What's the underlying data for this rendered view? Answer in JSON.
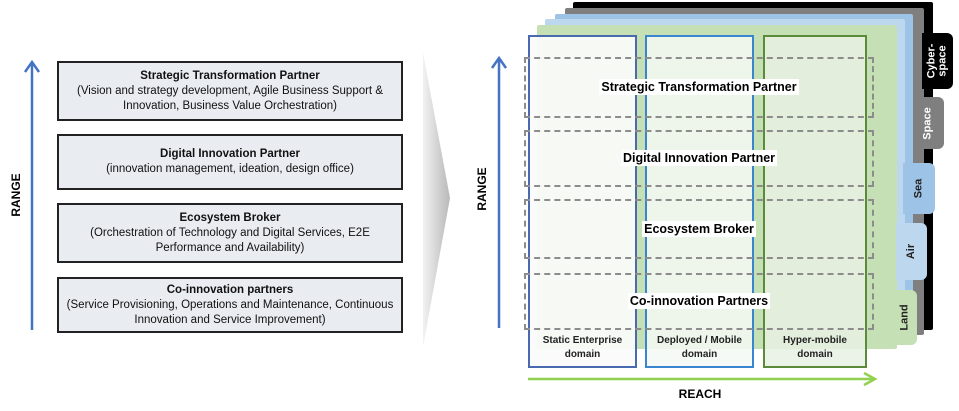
{
  "left": {
    "axis_label": "RANGE",
    "boxes": [
      {
        "title": "Strategic Transformation Partner",
        "desc": "(Vision and strategy development, Agile Business Support & Innovation, Business Value Orchestration)"
      },
      {
        "title": "Digital Innovation Partner",
        "desc": "(innovation management, ideation, design office)"
      },
      {
        "title": "Ecosystem Broker",
        "desc": "(Orchestration of Technology and Digital Services, E2E Performance and Availability)"
      },
      {
        "title": "Co-innovation partners",
        "desc": "(Service Provisioning, Operations and Maintenance, Continuous Innovation and Service Improvement)"
      }
    ]
  },
  "right": {
    "y_axis_label": "RANGE",
    "x_axis_label": "REACH",
    "tabs": [
      "Cyber-space",
      "Space",
      "Sea",
      "Air",
      "Land"
    ],
    "rows": [
      "Strategic Transformation Partner",
      "Digital Innovation Partner",
      "Ecosystem Broker",
      "Co-innovation Partners"
    ],
    "domains": [
      "Static Enterprise domain",
      "Deployed / Mobile domain",
      "Hyper-mobile domain"
    ]
  },
  "colors": {
    "range_arrow": "#4472c4",
    "reach_arrow": "#92d050",
    "cyber": "#000000",
    "space": "#7f7f7f",
    "sea": "#9dc3e6",
    "air": "#bdd7ee",
    "land": "#c5e0b4"
  }
}
